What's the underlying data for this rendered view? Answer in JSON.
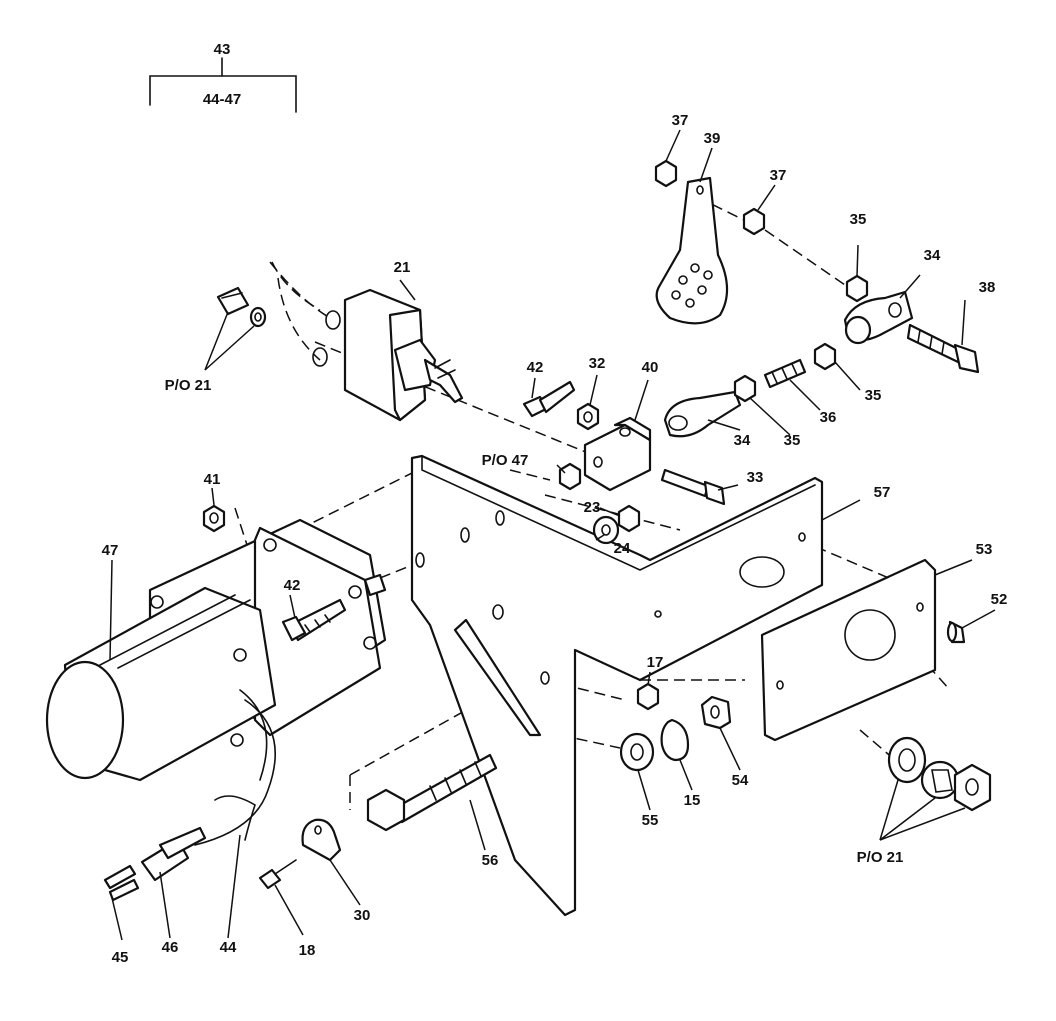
{
  "group": {
    "number": "43",
    "range": "44-47"
  },
  "callouts": {
    "c15": "15",
    "c17": "17",
    "c18": "18",
    "c21": "21",
    "c23": "23",
    "c24": "24",
    "c30": "30",
    "c32": "32",
    "c33": "33",
    "c34a": "34",
    "c34b": "34",
    "c35a": "35",
    "c35b": "35",
    "c35c": "35",
    "c36": "36",
    "c37a": "37",
    "c37b": "37",
    "c38": "38",
    "c39": "39",
    "c40": "40",
    "c41": "41",
    "c42a": "42",
    "c42b": "42",
    "c44": "44",
    "c45": "45",
    "c46": "46",
    "c47": "47",
    "c52": "52",
    "c53": "53",
    "c54": "54",
    "c55": "55",
    "c56": "56",
    "c57": "57",
    "po21a": "P/O 21",
    "po21b": "P/O 21",
    "po47": "P/O 47"
  }
}
